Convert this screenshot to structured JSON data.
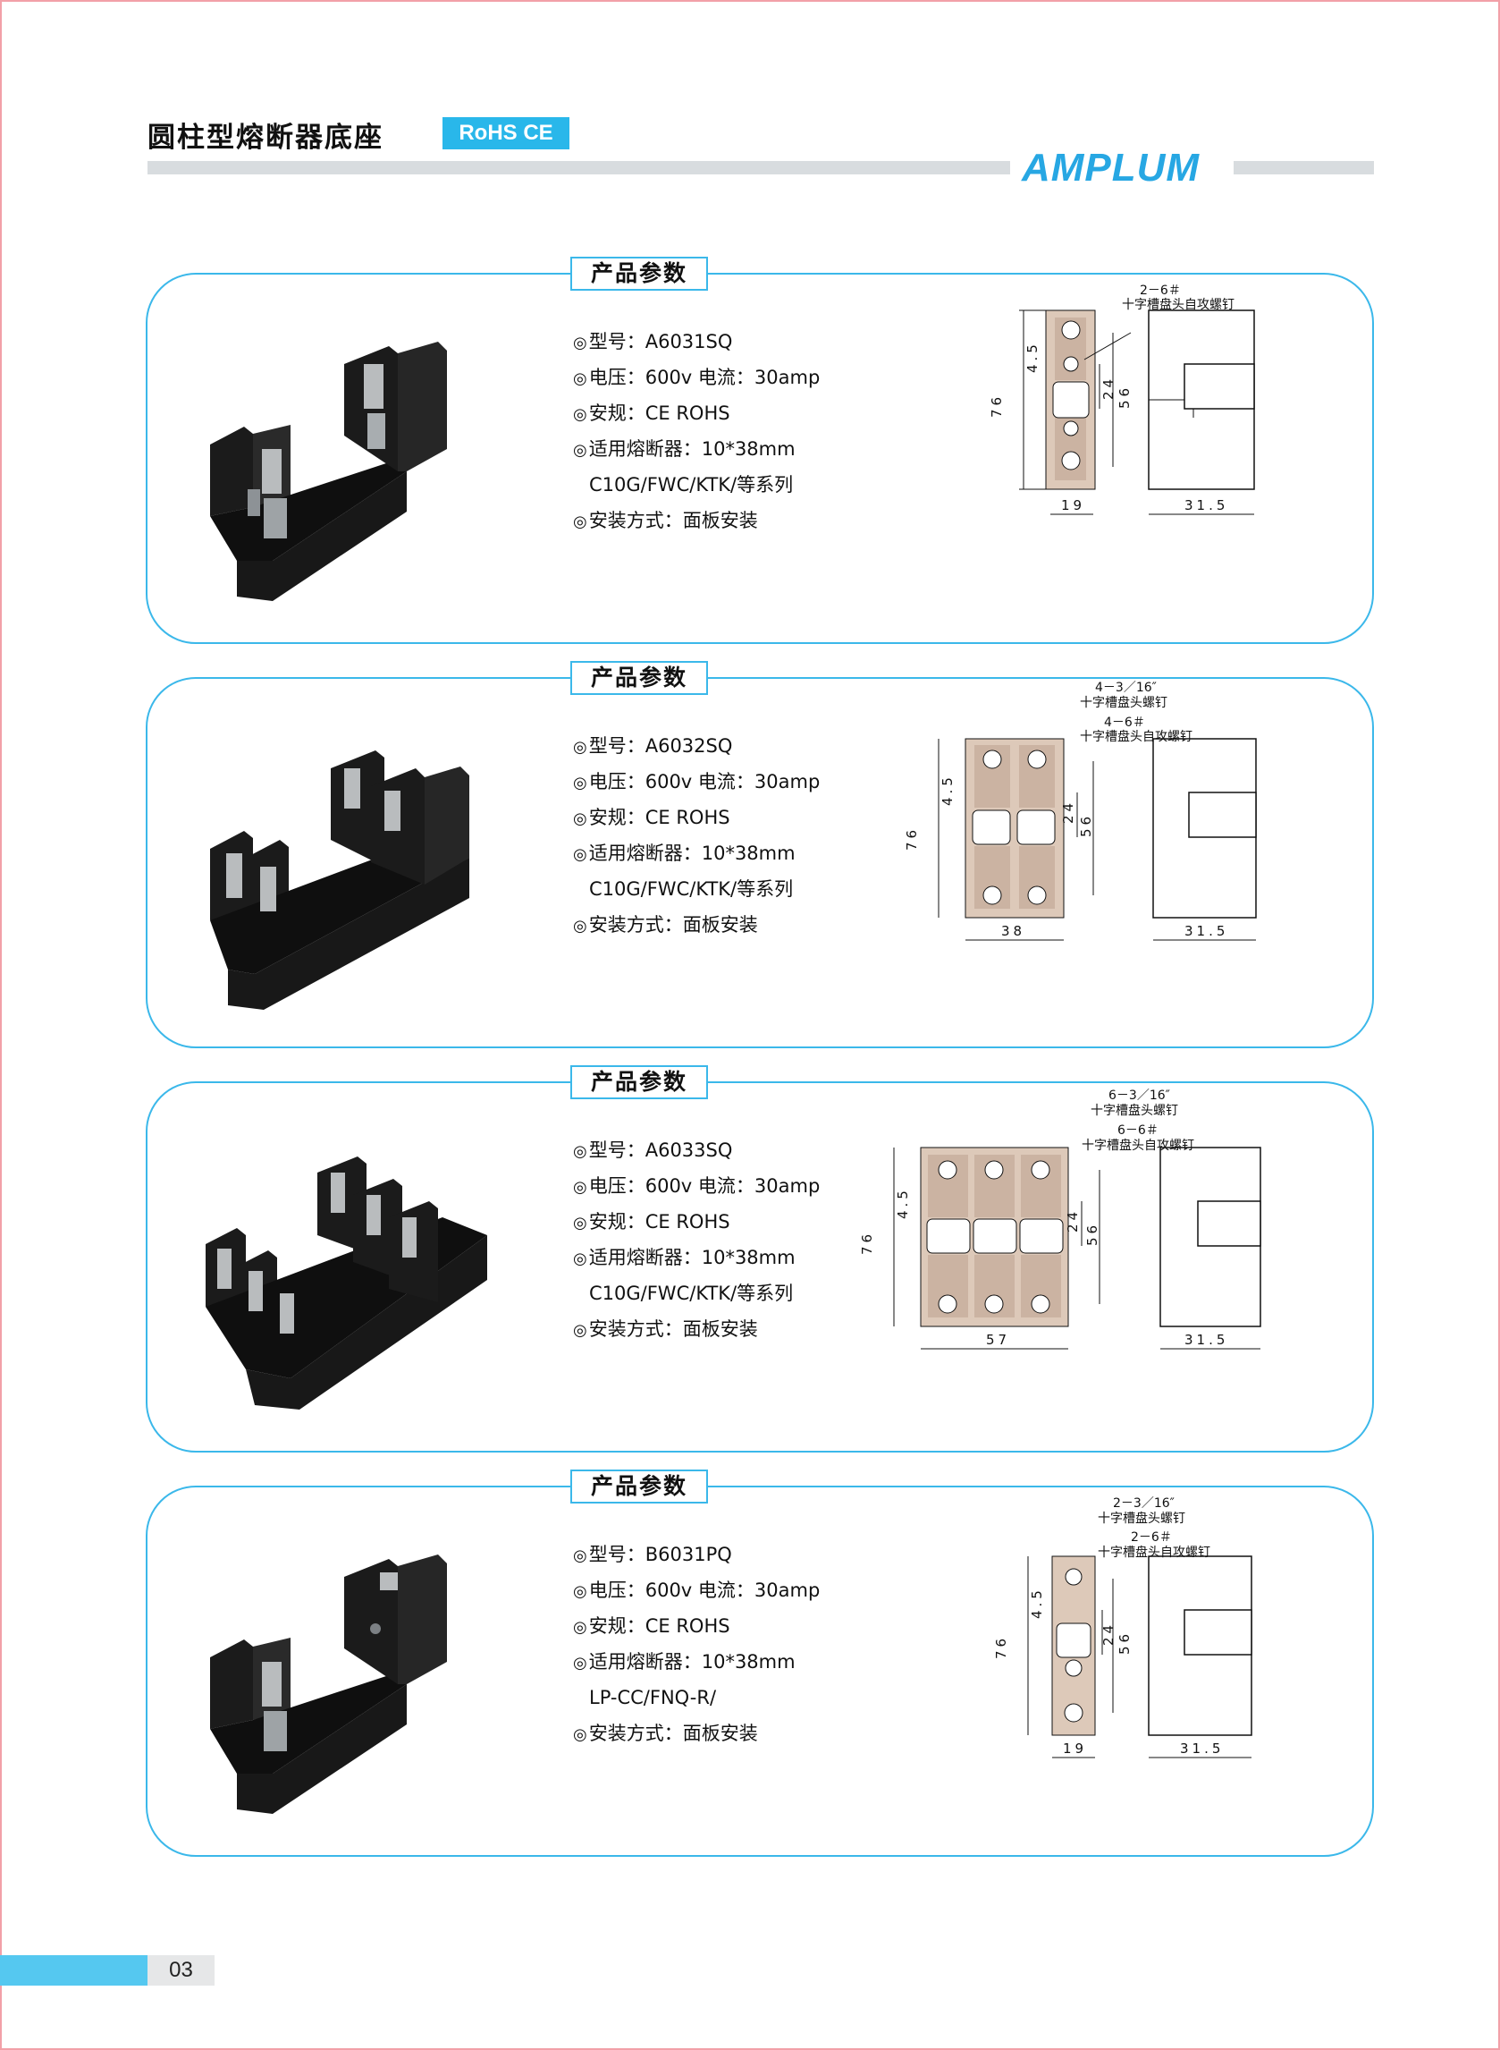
{
  "header": {
    "title": "圆柱型熔断器底座",
    "certifications": "RoHS CE",
    "brand": "AMPLUM"
  },
  "products": [
    {
      "section_label": "产品参数",
      "specs": [
        "型号：A6031SQ",
        "电压：600v 电流：30amp",
        "安规：CE ROHS",
        "适用熔断器：10*38mm",
        "C10G/FWC/KTK/等系列",
        "安装方式：面板安装"
      ],
      "screw_notes": [
        {
          "spec": "2－6＃",
          "desc": "十字槽盘头自攻螺钉"
        }
      ],
      "dimensions": {
        "height": "76",
        "pitch": "4.5",
        "window": "24",
        "mount": "56",
        "width": "19",
        "depth": "31.5"
      }
    },
    {
      "section_label": "产品参数",
      "specs": [
        "型号：A6032SQ",
        "电压：600v 电流：30amp",
        "安规：CE ROHS",
        "适用熔断器：10*38mm",
        "C10G/FWC/KTK/等系列",
        "安装方式：面板安装"
      ],
      "screw_notes": [
        {
          "spec": "4－3／16″",
          "desc": "十字槽盘头螺钉"
        },
        {
          "spec": "4－6＃",
          "desc": "十字槽盘头自攻螺钉"
        }
      ],
      "dimensions": {
        "height": "76",
        "pitch": "4.5",
        "window": "24",
        "mount": "56",
        "width": "38",
        "depth": "31.5"
      }
    },
    {
      "section_label": "产品参数",
      "specs": [
        "型号：A6033SQ",
        "电压：600v 电流：30amp",
        "安规：CE ROHS",
        "适用熔断器：10*38mm",
        "C10G/FWC/KTK/等系列",
        "安装方式：面板安装"
      ],
      "screw_notes": [
        {
          "spec": "6－3／16″",
          "desc": "十字槽盘头螺钉"
        },
        {
          "spec": "6－6＃",
          "desc": "十字槽盘头自攻螺钉"
        }
      ],
      "dimensions": {
        "height": "76",
        "pitch": "4.5",
        "window": "24",
        "mount": "56",
        "width": "57",
        "depth": "31.5"
      }
    },
    {
      "section_label": "产品参数",
      "specs": [
        "型号：B6031PQ",
        "电压：600v 电流：30amp",
        "安规：CE ROHS",
        "适用熔断器：10*38mm",
        "LP-CC/FNQ-R/",
        "安装方式：面板安装"
      ],
      "screw_notes": [
        {
          "spec": "2－3／16″",
          "desc": "十字槽盘头螺钉"
        },
        {
          "spec": "2－6＃",
          "desc": "十字槽盘头自攻螺钉"
        }
      ],
      "dimensions": {
        "height": "76",
        "pitch": "4.5",
        "window": "24",
        "mount": "56",
        "width": "19",
        "depth": "31.5"
      }
    }
  ],
  "footer": {
    "page_number": "03"
  },
  "colors": {
    "accent": "#29b7ea",
    "panel_border": "#3bb8ea",
    "rule_gray": "#d8dcdf",
    "body_black": "#1a1a1a",
    "drawing_tan": "#ddc9b9"
  }
}
